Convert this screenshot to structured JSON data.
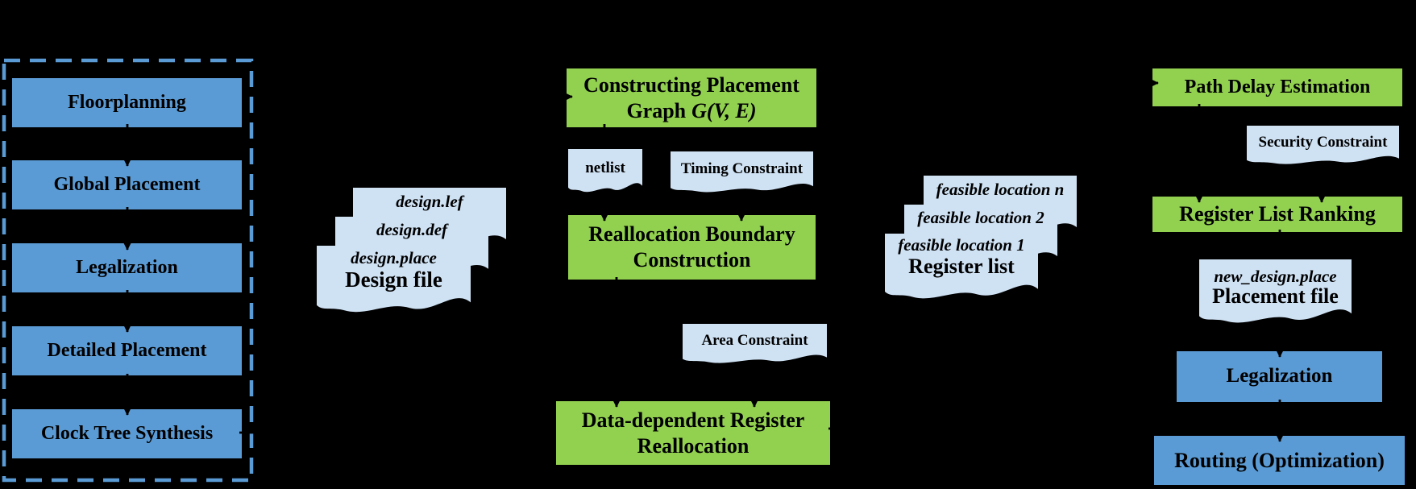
{
  "colors": {
    "background": "#000000",
    "box_blue": "#5B9BD5",
    "box_green": "#92D050",
    "doc_blue": "#CFE2F4",
    "dashed_border": "#5B9BD5",
    "text": "#000000",
    "arrow": "#000000"
  },
  "asic_flow": {
    "steps": [
      "Floorplanning",
      "Global Placement",
      "Legalization",
      "Detailed Placement",
      "Clock Tree Synthesis"
    ]
  },
  "design_file": {
    "files": [
      "design.lef",
      "design.def",
      "design.place"
    ],
    "label": "Design file"
  },
  "graph_stage": {
    "line1": "Constructing Placement",
    "line2_plain": "Graph",
    "line2_italic": "G(V, E)"
  },
  "inputs": {
    "netlist": "netlist",
    "timing_constraint": "Timing Constraint",
    "area_constraint": "Area Constraint",
    "security_constraint": "Security Constraint"
  },
  "boundary_stage": {
    "line1": "Reallocation Boundary",
    "line2": "Construction"
  },
  "reallocation_stage": {
    "line1": "Data-dependent Register",
    "line2": "Reallocation"
  },
  "register_list": {
    "files": [
      "feasible location n",
      "feasible location 2",
      "feasible location 1"
    ],
    "label": "Register list"
  },
  "right_flow": {
    "path_delay": "Path Delay Estimation",
    "register_list_ranking": "Register List Ranking",
    "placement_file_name": "new_design.place",
    "placement_file_label": "Placement file",
    "legalization": "Legalization",
    "routing": "Routing (Optimization)"
  }
}
